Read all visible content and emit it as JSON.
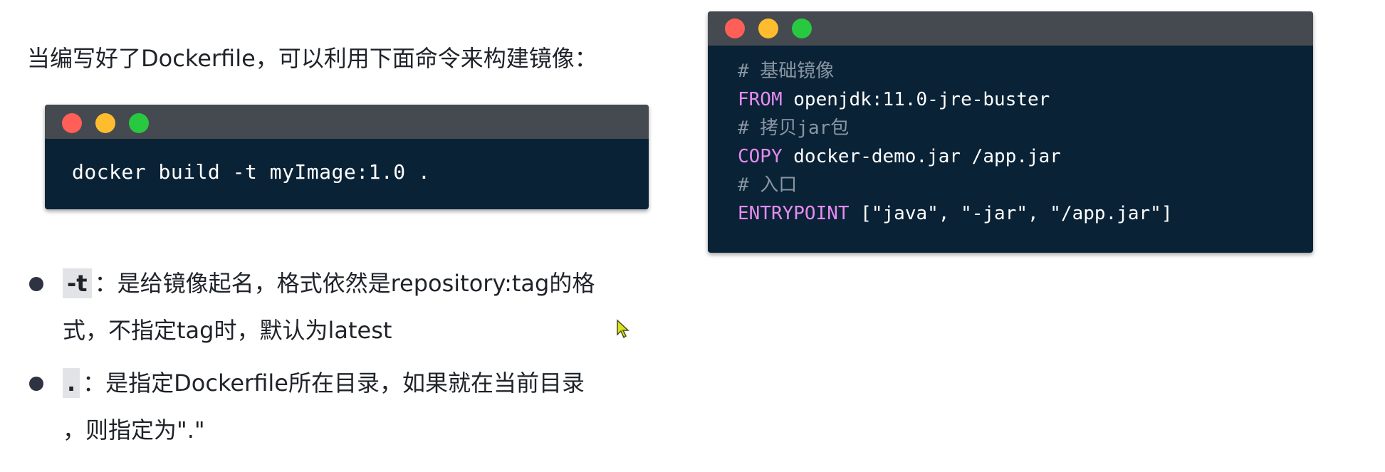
{
  "intro_text": "当编写好了Dockerfile，可以利用下面命令来构建镜像：",
  "build_terminal": {
    "command": "docker build -t myImage:1.0 ."
  },
  "dockerfile_terminal": {
    "lines": [
      {
        "type": "comment",
        "text": "# 基础镜像"
      },
      {
        "type": "instruction",
        "keyword": "FROM",
        "rest": " openjdk:11.0-jre-buster"
      },
      {
        "type": "comment",
        "text": "# 拷贝jar包"
      },
      {
        "type": "instruction",
        "keyword": "COPY",
        "rest": " docker-demo.jar /app.jar"
      },
      {
        "type": "comment",
        "text": "# 入口"
      },
      {
        "type": "instruction",
        "keyword": "ENTRYPOINT",
        "rest": " [\"java\", \"-jar\", \"/app.jar\"]"
      }
    ]
  },
  "bullets": [
    {
      "tag": "-t",
      "line1": "：是给镜像起名，格式依然是repository:tag的格",
      "line2": "式，不指定tag时，默认为latest"
    },
    {
      "tag": ".",
      "line1": "：是指定Dockerfile所在目录，如果就在当前目录",
      "line2": "，则指定为\".\""
    }
  ],
  "colors": {
    "terminal_bg": "#0a2236",
    "titlebar": "#454a50",
    "dot_red": "#ff5f57",
    "dot_yellow": "#febc2e",
    "dot_green": "#28c840",
    "keyword": "#e58bf0",
    "comment": "#8a96a3"
  }
}
